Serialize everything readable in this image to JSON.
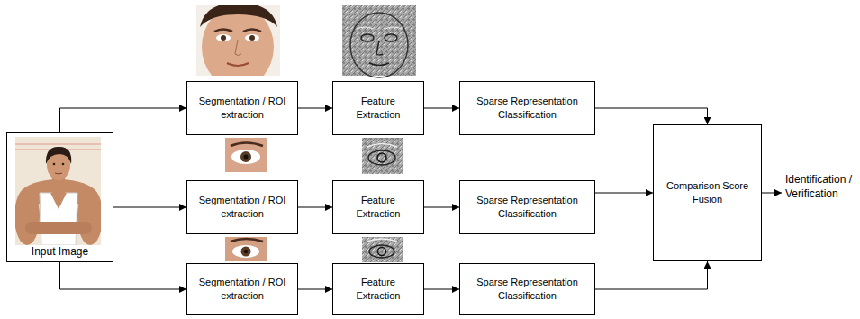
{
  "diagram": {
    "nodes": [
      {
        "text": [
          "Input Image"
        ]
      },
      {
        "text": [
          "Segmentation / ROI extraction"
        ]
      },
      {
        "text": [
          "Feature Extraction"
        ]
      },
      {
        "text": [
          "Sparse Representation Classification"
        ]
      },
      {
        "text": [
          "Segmentation / ROI extraction"
        ]
      },
      {
        "text": [
          "Feature Extraction"
        ]
      },
      {
        "text": [
          "Sparse Representation Classification"
        ]
      },
      {
        "text": [
          "Segmentation / ROI extraction"
        ]
      },
      {
        "text": [
          "Feature Extraction"
        ]
      },
      {
        "text": [
          "Sparse Representation Classification"
        ]
      },
      {
        "text": [
          "Comparison Score Fusion"
        ]
      }
    ],
    "edges": [
      {
        "from": 0,
        "to": 1,
        "arrow": "to"
      },
      {
        "from": 0,
        "to": 4,
        "arrow": "to"
      },
      {
        "from": 0,
        "to": 7,
        "arrow": "to"
      },
      {
        "from": 1,
        "to": 2,
        "arrow": "to"
      },
      {
        "from": 2,
        "to": 3,
        "arrow": "to"
      },
      {
        "from": 4,
        "to": 5,
        "arrow": "to"
      },
      {
        "from": 5,
        "to": 6,
        "arrow": "to"
      },
      {
        "from": 7,
        "to": 8,
        "arrow": "to"
      },
      {
        "from": 8,
        "to": 9,
        "arrow": "to"
      },
      {
        "from": 3,
        "to": 10,
        "arrow": "to"
      },
      {
        "from": 6,
        "to": 10,
        "arrow": "to"
      },
      {
        "from": 9,
        "to": 10,
        "arrow": "to"
      }
    ],
    "labels": [
      "Identification / Verification"
    ]
  }
}
